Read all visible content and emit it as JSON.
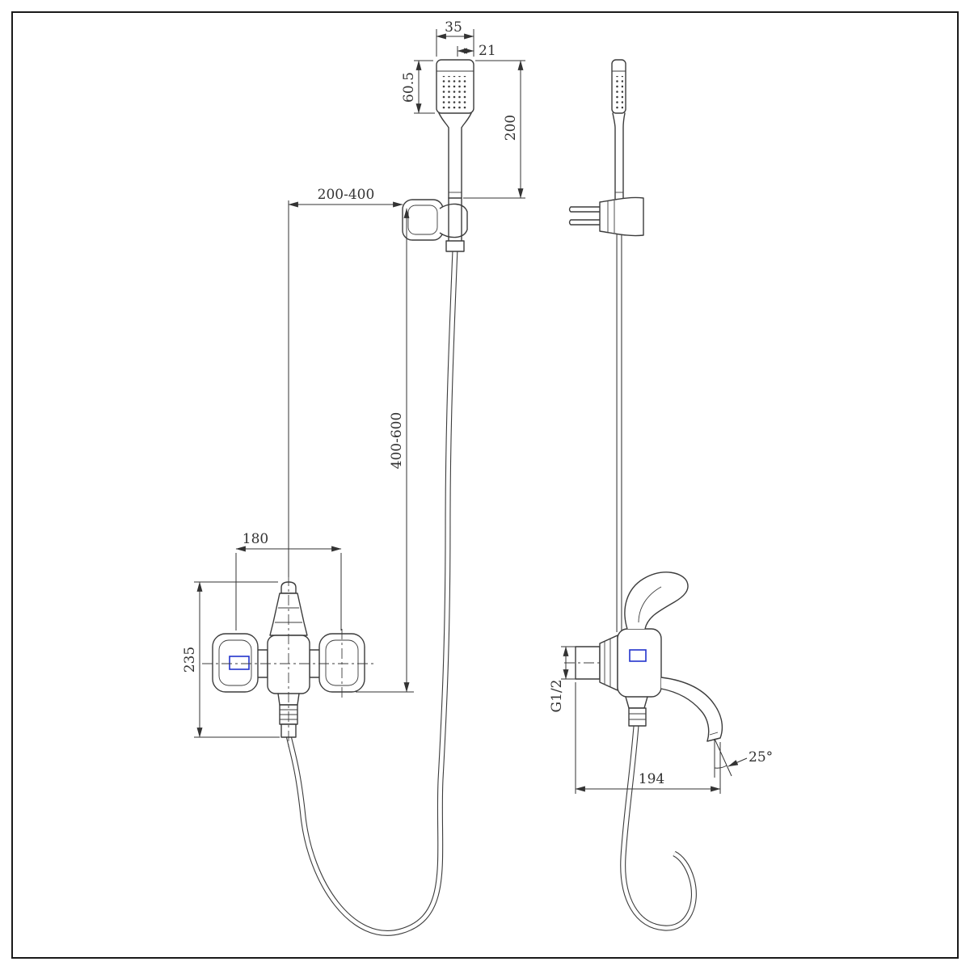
{
  "drawing": {
    "colors": {
      "line": "#3c3c3c",
      "dim": "#333333",
      "hl": "#2233cc"
    },
    "front_view": {
      "dim_head_width": "35",
      "dim_head_depth": "21",
      "dim_spray_face_length": "60.5",
      "dim_handshower_length": "200",
      "dim_bracket_wall_offset": "200-400",
      "dim_hose_drop_range": "400-600",
      "dim_handle_spacing": "180",
      "dim_body_height": "235"
    },
    "side_view": {
      "dim_inlet_thread": "G1/2",
      "dim_spout_reach": "194",
      "dim_spout_angle": "25°"
    }
  }
}
